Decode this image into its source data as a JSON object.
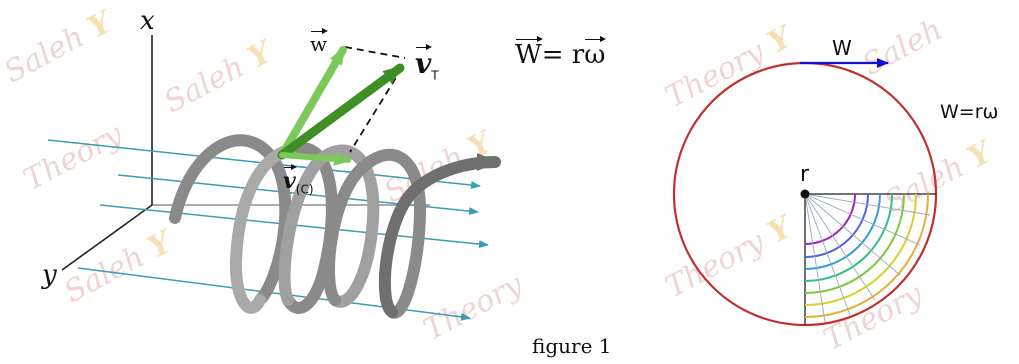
{
  "left_figure": {
    "axis_x_label": "x",
    "axis_y_label": "y",
    "vector_w_label": "w",
    "vector_vT_label": "v",
    "vector_vT_subscript": "T",
    "vector_vC_label": "v",
    "vector_vC_subscript": "(C)",
    "equation_lhs": "W",
    "equation_rhs_r": "= r",
    "equation_rhs_omega": "ω",
    "caption": "figure 1"
  },
  "right_figure": {
    "center_label": "r",
    "velocity_label": "W",
    "equation": "W=rω"
  },
  "watermark": {
    "text_a": "Saleh",
    "text_b": "Theory",
    "color": "#b93c3c"
  },
  "colors": {
    "helix": "#8a8a8a",
    "field_lines": "#3a9db5",
    "vectors_green": "#4a9a2e",
    "circle": "#c0302e",
    "velocity_arrow": "#1010d0"
  }
}
